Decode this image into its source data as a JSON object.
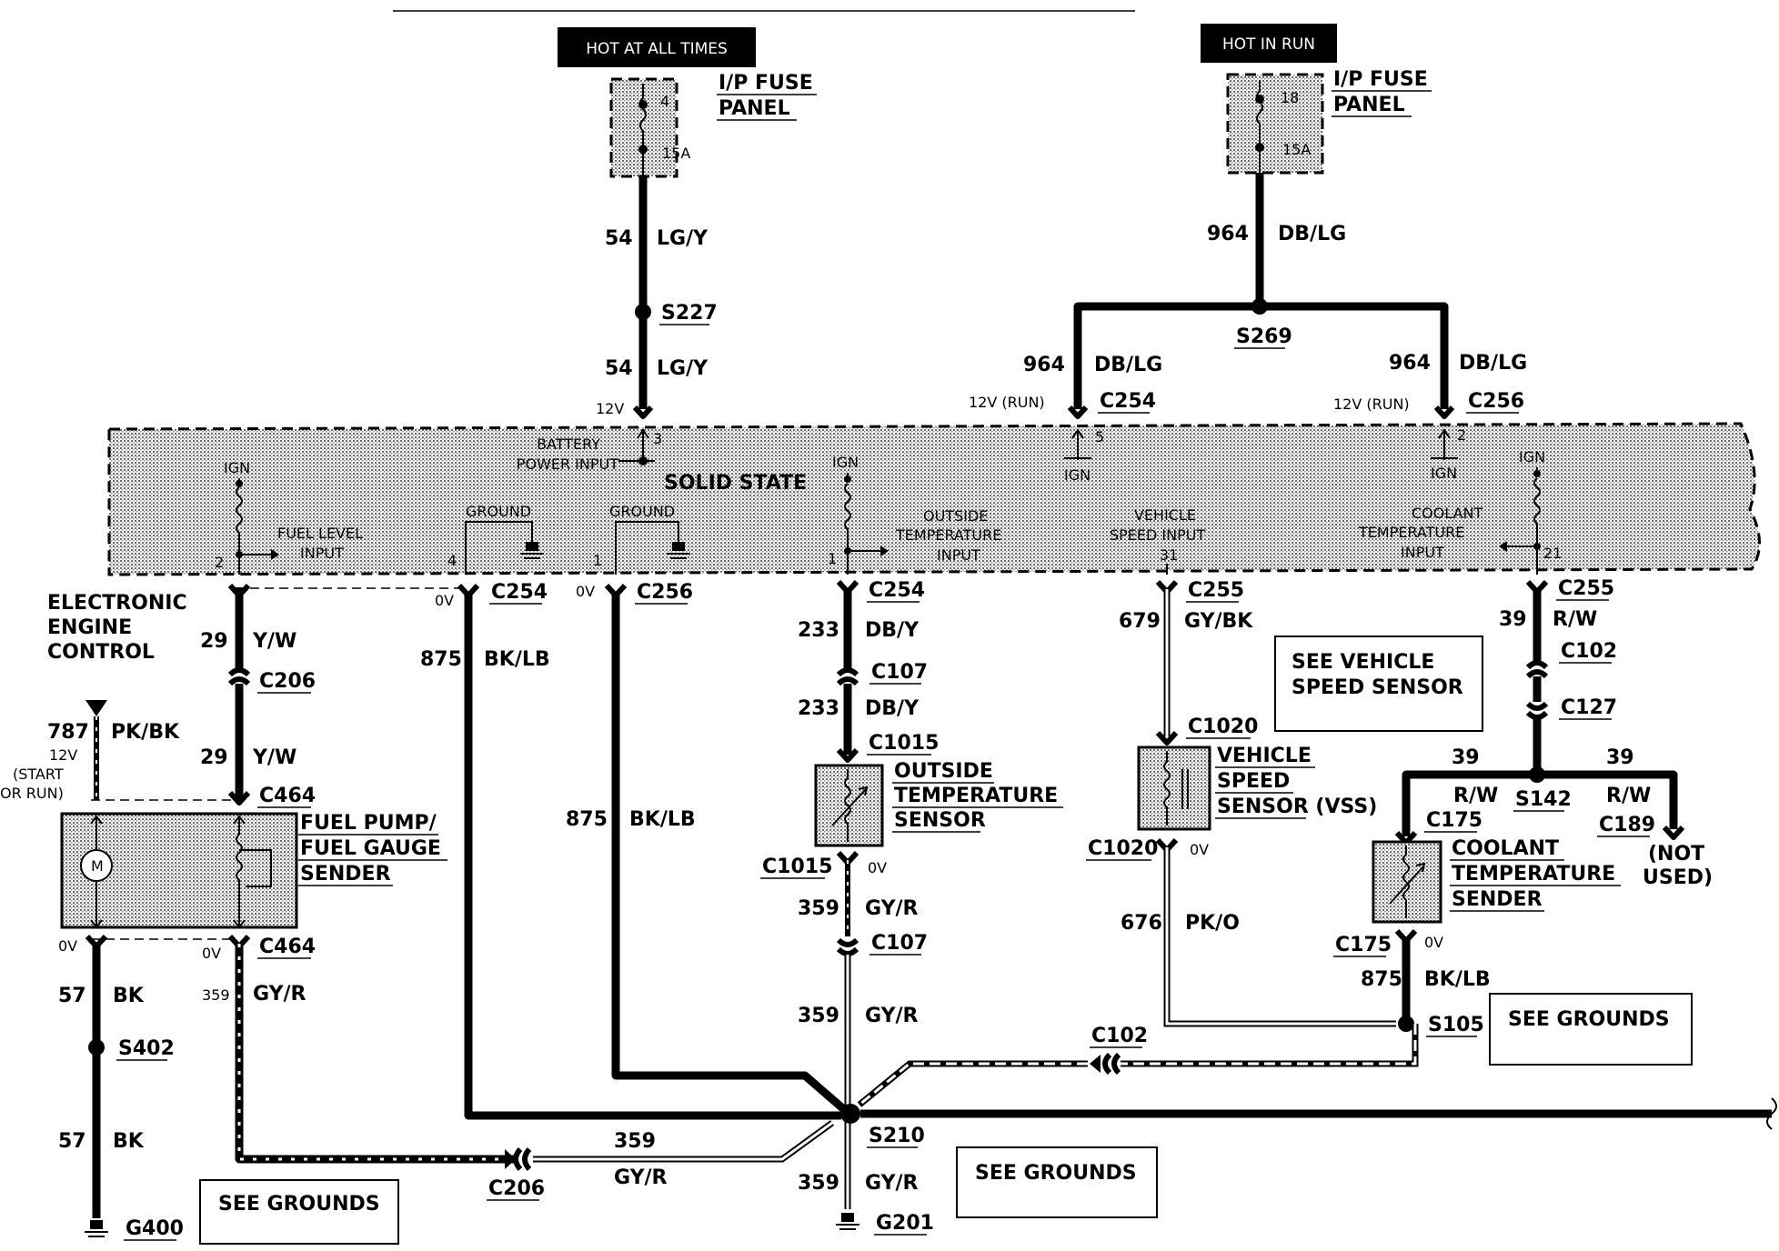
{
  "fuse_left": {
    "header": "HOT AT ALL TIMES",
    "fuse_num": "4",
    "rating": "15A",
    "label_1": "I/P FUSE",
    "label_2": "PANEL"
  },
  "fuse_right": {
    "header": "HOT IN RUN",
    "fuse_num": "18",
    "rating": "15A",
    "label_1": "I/P FUSE",
    "label_2": "PANEL"
  },
  "module": {
    "name": "SOLID STATE",
    "side_label_1": "ELECTRONIC",
    "side_label_2": "ENGINE",
    "side_label_3": "CONTROL"
  },
  "module_inputs": {
    "battery_1": "BATTERY",
    "battery_2": "POWER INPUT",
    "battery_pin": "3",
    "ign_top": "IGN",
    "ign_pin_5": "5",
    "ign_pin_2": "2",
    "fuel_level_1": "FUEL LEVEL",
    "fuel_level_2": "INPUT",
    "fuel_level_pin": "2",
    "ground_a": "GROUND",
    "ground_a_pin": "4",
    "ground_b": "GROUND",
    "ground_b_pin": "1",
    "outside_1": "OUTSIDE",
    "outside_2": "TEMPERATURE",
    "outside_3": "INPUT",
    "outside_pin": "1",
    "vss_1": "VEHICLE",
    "vss_2": "SPEED INPUT",
    "vss_pin": "31",
    "coolant_1": "COOLANT",
    "coolant_2": "TEMPERATURE",
    "coolant_3": "INPUT",
    "coolant_pin": "21"
  },
  "volts": {
    "v12": "12V",
    "v12_run": "12V (RUN)",
    "zero": "0V"
  },
  "wires": {
    "w54": "54",
    "lgy": "LG/Y",
    "w964": "964",
    "dblg": "DB/LG",
    "w29": "29",
    "yw": "Y/W",
    "w787": "787",
    "pkbk": "PK/BK",
    "start_1": "12V",
    "start_2": "(START",
    "start_3": "OR RUN)",
    "w875": "875",
    "bklb": "BK/LB",
    "w233": "233",
    "dby": "DB/Y",
    "w359": "359",
    "gyr": "GY/R",
    "w679": "679",
    "gybk": "GY/BK",
    "w676": "676",
    "pko": "PK/O",
    "w39": "39",
    "rw": "R/W",
    "w57": "57",
    "bk": "BK"
  },
  "connectors": {
    "c254": "C254",
    "c256": "C256",
    "c255": "C255",
    "c206": "C206",
    "c464": "C464",
    "c107": "C107",
    "c1015": "C1015",
    "c1020": "C1020",
    "c102": "C102",
    "c127": "C127",
    "c175": "C175",
    "c189": "C189"
  },
  "splices": {
    "s227": "S227",
    "s269": "S269",
    "s142": "S142",
    "s105": "S105",
    "s402": "S402",
    "s210": "S210"
  },
  "grounds_ids": {
    "g400": "G400",
    "g201": "G201"
  },
  "components": {
    "fuel_pump_1": "FUEL PUMP/",
    "fuel_pump_2": "FUEL GAUGE",
    "fuel_pump_3": "SENDER",
    "outside_1": "OUTSIDE",
    "outside_2": "TEMPERATURE",
    "outside_3": "SENSOR",
    "vss_1": "VEHICLE",
    "vss_2": "SPEED",
    "vss_3": "SENSOR (VSS)",
    "coolant_1": "COOLANT",
    "coolant_2": "TEMPERATURE",
    "coolant_3": "SENDER",
    "not_used_1": "(NOT",
    "not_used_2": "USED)"
  },
  "notes": {
    "see_vss_1": "SEE VEHICLE",
    "see_vss_2": "SPEED SENSOR",
    "see_grounds": "SEE GROUNDS"
  }
}
